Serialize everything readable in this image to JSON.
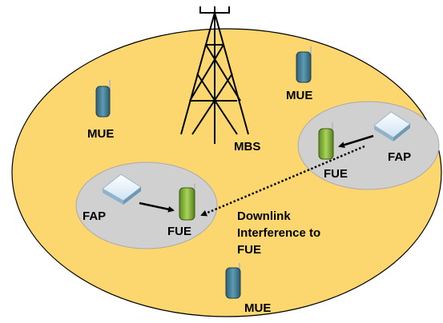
{
  "labels": {
    "mbs": "MBS",
    "mue_left": "MUE",
    "mue_top": "MUE",
    "mue_bottom": "MUE",
    "fap_right": "FAP",
    "fue_right": "FUE",
    "fap_left": "FAP",
    "fue_left": "FUE",
    "interference_line1": "Downlink",
    "interference_line2": "Interference to",
    "interference_line3": "FUE"
  },
  "colors": {
    "macro_cell": "#FCD770",
    "femto_cell": "#D0D0D0",
    "mue_phone": "#3F7E98",
    "fue_phone": "#7EB432",
    "tower": "#000000"
  },
  "icons": {
    "tower": "tower-icon",
    "mue": "phone-icon",
    "fue": "phone-icon",
    "fap": "access-point-icon"
  }
}
